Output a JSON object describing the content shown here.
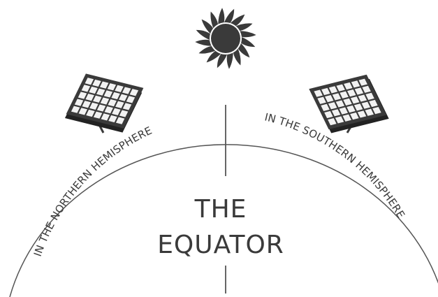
{
  "labels": {
    "north": "IN THE NORTHERN HEMISPHERE",
    "south": "IN THE SOUTHERN HEMISPHERE",
    "title_line1": "THE",
    "title_line2": "EQUATOR"
  },
  "icons": {
    "sun": "sun-icon",
    "panel_left": "solar-panel-icon",
    "panel_right": "solar-panel-icon"
  },
  "colors": {
    "ink": "#3a3a3a",
    "line": "#555555",
    "background": "#ffffff",
    "panel_cell": "#f2f2f2"
  }
}
